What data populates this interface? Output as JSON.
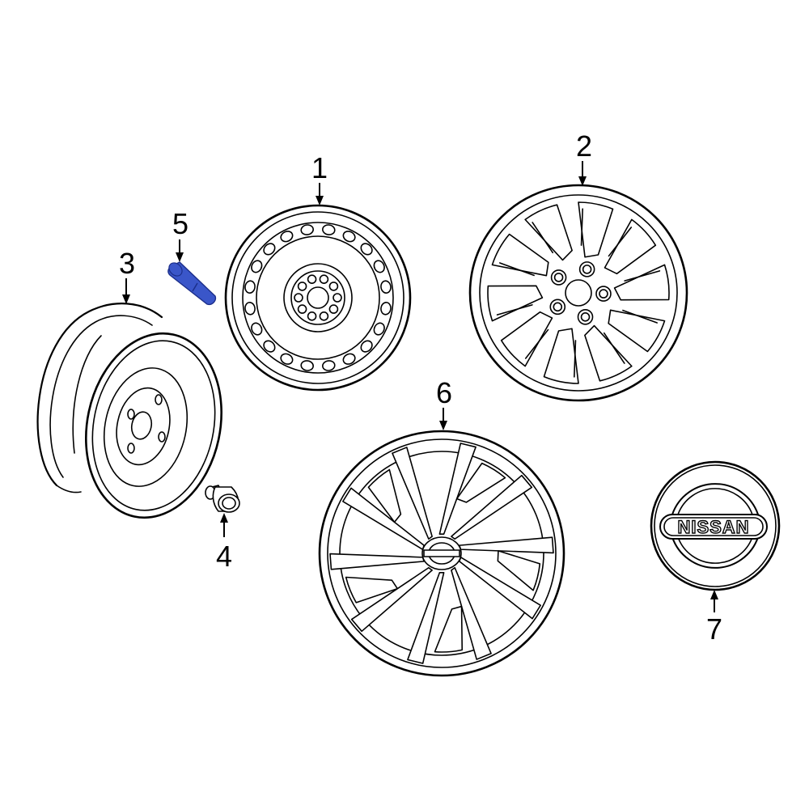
{
  "colors": {
    "highlight_part": "#3a56c9",
    "highlight_dark": "#1c2f8a",
    "line": "#000000",
    "background": "#ffffff"
  },
  "callouts": [
    {
      "id": "1",
      "label": "1"
    },
    {
      "id": "2",
      "label": "2"
    },
    {
      "id": "3",
      "label": "3"
    },
    {
      "id": "4",
      "label": "4"
    },
    {
      "id": "5",
      "label": "5"
    },
    {
      "id": "6",
      "label": "6"
    },
    {
      "id": "7",
      "label": "7"
    }
  ],
  "center_cap": {
    "brand_text": "NISSAN"
  },
  "highlighted_callout": "5"
}
